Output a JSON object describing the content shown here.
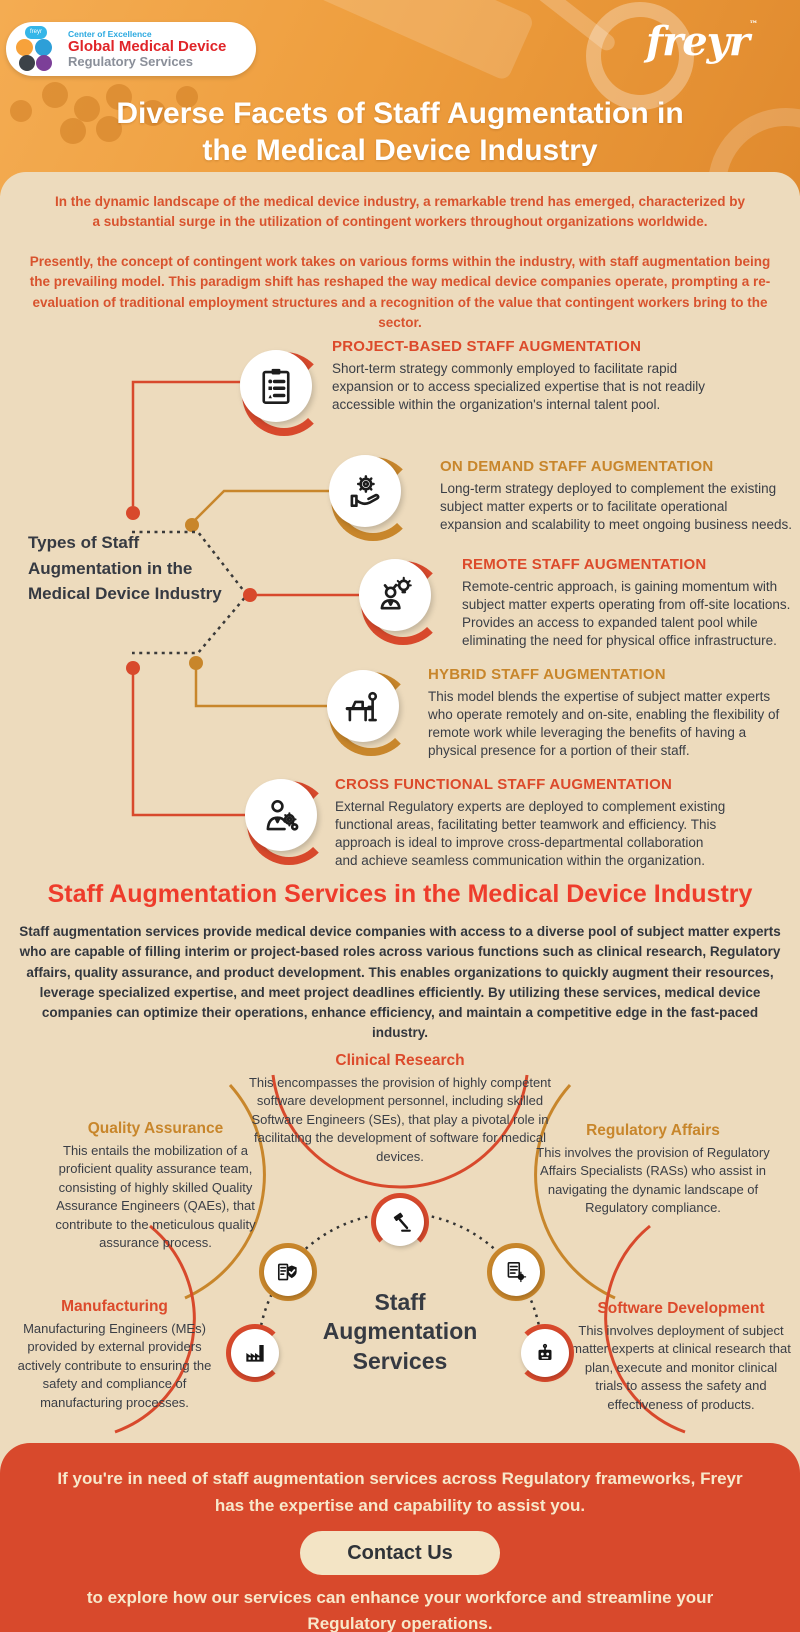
{
  "colors": {
    "header_orange": "#EE9E3E",
    "cream": "#EDDBBD",
    "accent_red": "#DC4A2B",
    "accent_gold": "#C8862B",
    "dark_text": "#3A3E46",
    "heading_red": "#EE3C2B",
    "intro_red": "#D8532E",
    "footer_red": "#D8492C",
    "footer_text": "#F7E8CA",
    "button_bg": "#F3E4C5"
  },
  "header": {
    "badge": {
      "mini_brand": "freyr",
      "line1": "Center of Excellence",
      "line2": "Global Medical Device",
      "line3": "Regulatory Services"
    },
    "brand": "freyr",
    "brand_tm": "™",
    "title_line1": "Diverse Facets of Staff Augmentation in",
    "title_line2": "the Medical Device Industry"
  },
  "intro": {
    "para1": "In the dynamic landscape of the medical device industry, a remarkable trend has emerged, characterized by a substantial surge in the utilization of contingent workers throughout organizations worldwide.",
    "para2": "Presently, the concept of contingent work takes on various forms within the industry, with staff augmentation being the prevailing model. This paradigm shift has reshaped the way medical device companies operate, prompting a re-evaluation of traditional employment structures and a recognition of the value that contingent workers bring to the sector."
  },
  "types": {
    "label": "Types of Staff Augmentation in the Medical Device Industry",
    "items": [
      {
        "title": "PROJECT-BASED STAFF AUGMENTATION",
        "accent": "red",
        "icon": "clipboard-checklist-icon",
        "desc": "Short-term strategy commonly employed to facilitate rapid expansion or to access specialized expertise that is not readily accessible within the organization's internal talent pool."
      },
      {
        "title": "ON DEMAND STAFF AUGMENTATION",
        "accent": "gold",
        "icon": "gear-on-hand-icon",
        "desc": "Long-term strategy deployed to complement the existing subject matter experts or to facilitate operational expansion and scalability to meet ongoing business needs."
      },
      {
        "title": "REMOTE STAFF AUGMENTATION",
        "accent": "red",
        "icon": "remote-worker-idea-icon",
        "desc": "Remote-centric approach, is gaining momentum with subject matter experts operating from off-site locations. Provides an access to expanded talent pool while eliminating the need for physical office infrastructure."
      },
      {
        "title": "HYBRID STAFF AUGMENTATION",
        "accent": "gold",
        "icon": "worker-at-desk-icon",
        "desc": "This model blends the expertise of subject matter experts who operate remotely and on-site, enabling the flexibility of remote work while leveraging the benefits of having a physical presence for a portion of their staff."
      },
      {
        "title": "CROSS FUNCTIONAL STAFF AUGMENTATION",
        "accent": "red",
        "icon": "person-with-gears-icon",
        "desc": "External Regulatory experts are deployed to complement existing functional areas, facilitating better teamwork and efficiency. This approach is ideal to improve cross-departmental collaboration and achieve seamless communication within the organization."
      }
    ]
  },
  "services": {
    "heading": "Staff Augmentation Services in the Medical Device Industry",
    "intro": "Staff augmentation services provide medical device companies with access to a diverse pool of subject matter experts who are capable of filling interim or project-based roles across various functions such as clinical research, Regulatory affairs, quality assurance, and product development. This enables organizations to quickly augment their resources, leverage specialized expertise, and meet project deadlines efficiently. By utilizing these services, medical device companies can optimize their operations, enhance efficiency, and maintain a competitive edge in the fast-paced industry.",
    "center_label": "Staff Augmentation Services",
    "items": [
      {
        "title": "Clinical Research",
        "accent": "red",
        "icon": "gavel-icon",
        "desc": "This encompasses the provision of highly competent software development personnel, including skilled Software Engineers (SEs), that play a pivotal role in facilitating the development of software for medical devices."
      },
      {
        "title": "Quality Assurance",
        "accent": "gold",
        "icon": "qa-shield-icon",
        "desc": "This entails the mobilization of a proficient quality assurance team, consisting of highly skilled Quality Assurance Engineers (QAEs), that contribute to the meticulous quality assurance process."
      },
      {
        "title": "Regulatory Affairs",
        "accent": "gold",
        "icon": "regulatory-document-icon",
        "desc": "This involves the provision of Regulatory Affairs Specialists (RASs) who assist in navigating the dynamic landscape of Regulatory compliance."
      },
      {
        "title": "Manufacturing",
        "accent": "red",
        "icon": "factory-icon",
        "desc": "Manufacturing Engineers (MEs) provided by external providers actively contribute to ensuring the safety and compliance of manufacturing processes."
      },
      {
        "title": "Software Development",
        "accent": "red",
        "icon": "robot-icon",
        "desc": "This involves deployment of subject matter experts at clinical research that plan, execute and monitor clinical trials to assess the safety and effectiveness of products."
      }
    ]
  },
  "footer": {
    "line1": "If you're in need of staff augmentation services across Regulatory frameworks, Freyr has the expertise and capability to assist you.",
    "button": "Contact Us",
    "line2": "to explore how our services can enhance your workforce and streamline your Regulatory operations."
  }
}
